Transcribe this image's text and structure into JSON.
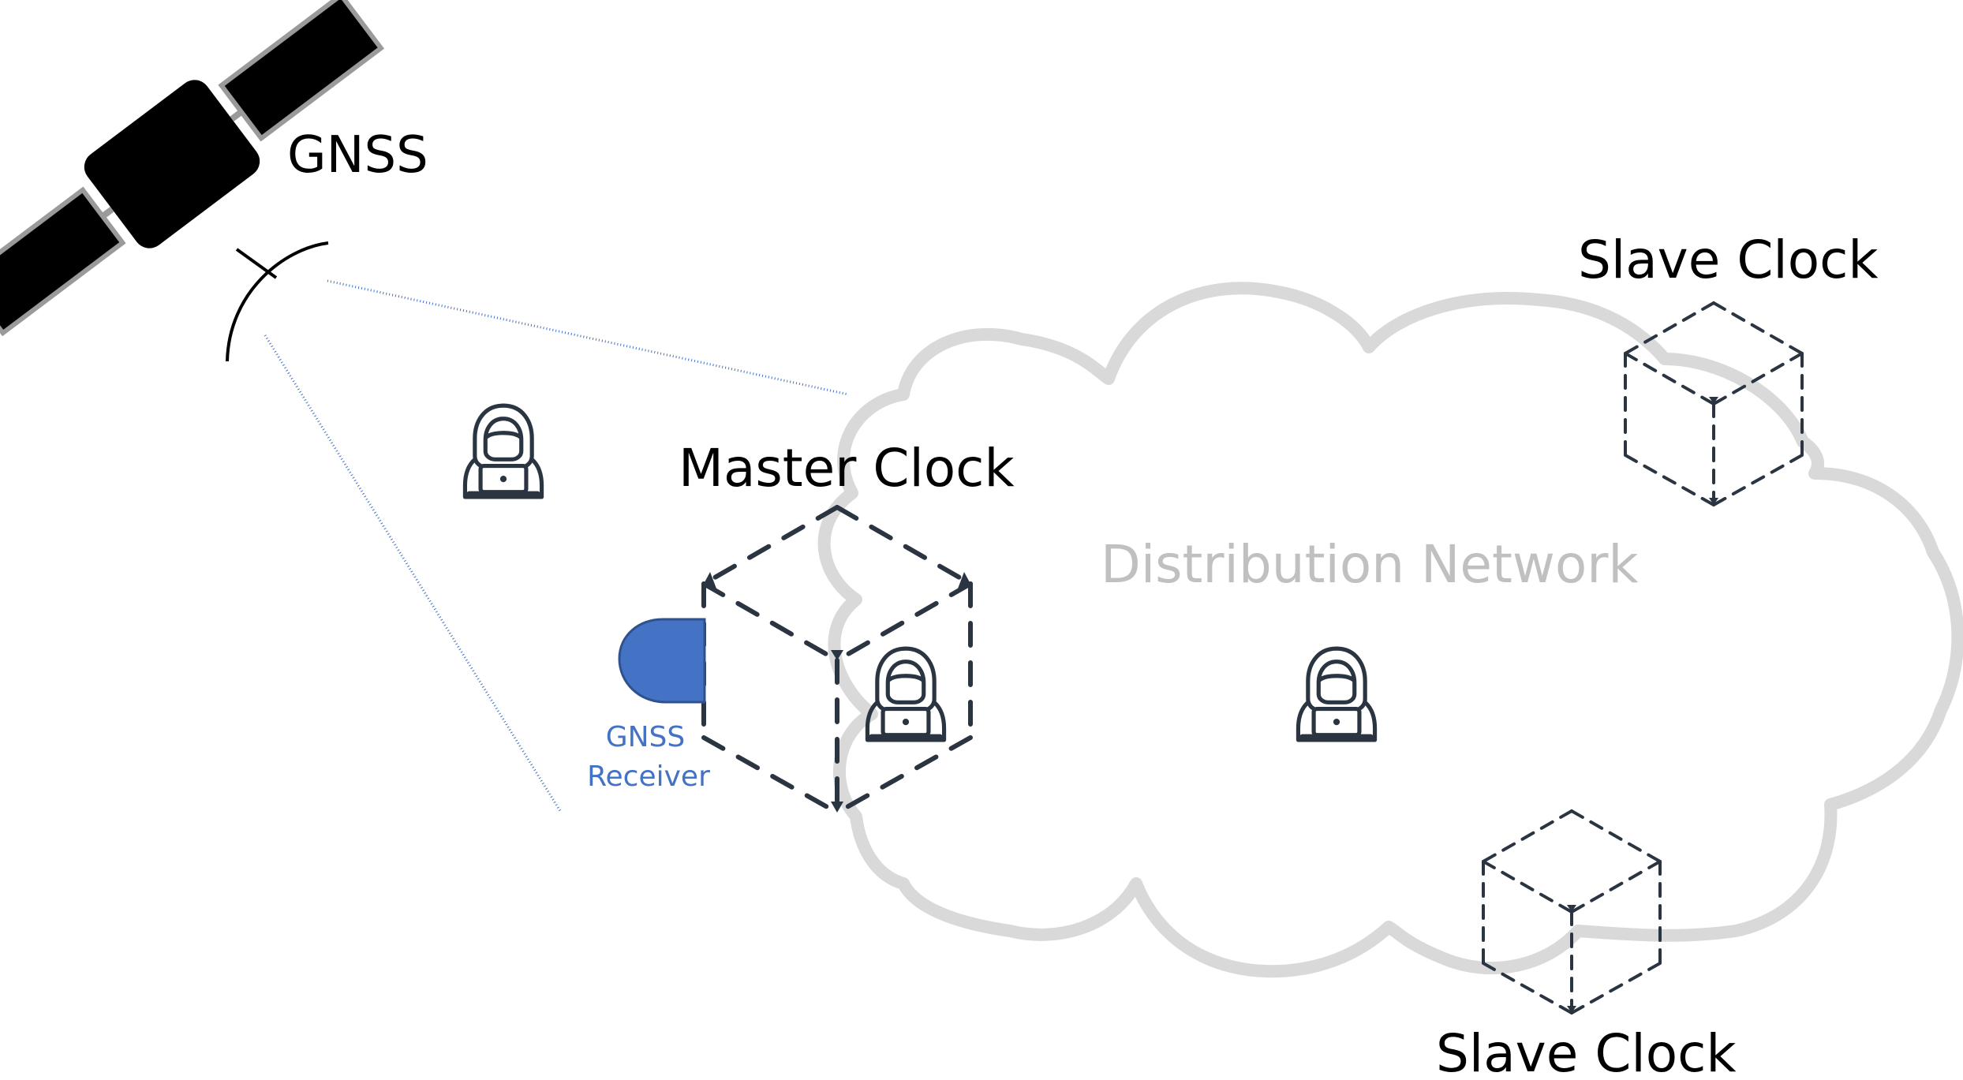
{
  "labels": {
    "gnss": "GNSS",
    "master_clock": "Master Clock",
    "distribution_network": "Distribution Network",
    "gnss_receiver_line1": "GNSS",
    "gnss_receiver_line2": "Receiver",
    "slave_clock_top": "Slave Clock",
    "slave_clock_bottom": "Slave Clock"
  },
  "icons": {
    "satellite": "satellite-icon",
    "attacker": "hacker-with-laptop-icon",
    "clock_node": "dashed-cube-icon",
    "receiver": "receiver-drop-icon"
  },
  "colors": {
    "text": "#000000",
    "network_text": "#c0c0c0",
    "cloud_outline": "#d9d9d9",
    "receiver": "#4472c4",
    "signal_line": "#4472c4",
    "cube_stroke": "#2b3441",
    "satellite": "#000000",
    "satellite_outline": "#9a9a9a"
  }
}
